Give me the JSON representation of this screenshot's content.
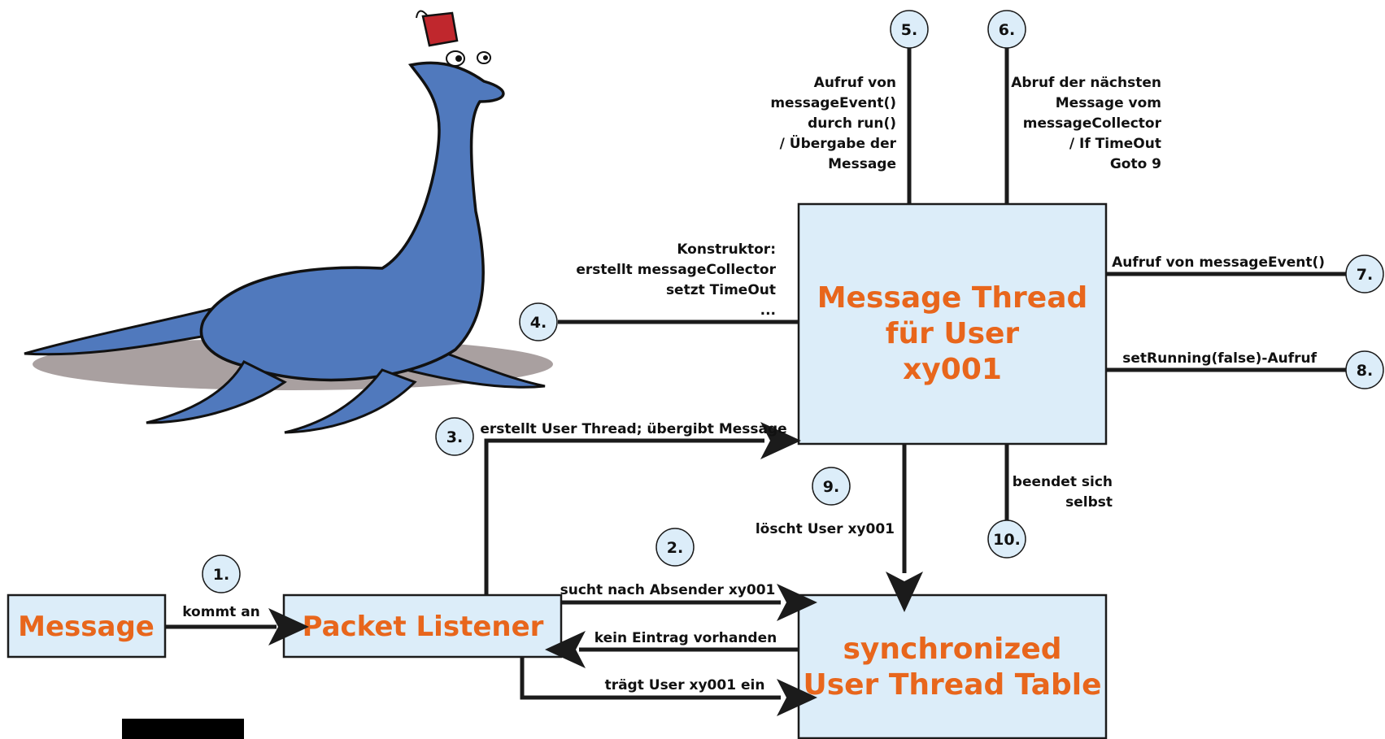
{
  "colors": {
    "box_fill": "#dcedf9",
    "box_text": "#e8661c",
    "line": "#1b1b1b",
    "mascot": "#5079bd"
  },
  "mascot": {
    "name": "sea-serpent-with-fez"
  },
  "boxes": {
    "message": "Message",
    "packet_listener": "Packet Listener",
    "message_thread": [
      "Message Thread",
      "für User",
      "xy001"
    ],
    "thread_table": [
      "synchronized",
      "User Thread Table"
    ]
  },
  "steps": [
    "1.",
    "2.",
    "3.",
    "4.",
    "5.",
    "6.",
    "7.",
    "8.",
    "9.",
    "10."
  ],
  "labels": {
    "kommt_an": "kommt an",
    "sucht": "sucht nach Absender xy001",
    "kein_eintrag": "kein Eintrag vorhanden",
    "traegt_ein": "trägt User xy001 ein",
    "erstellt": "erstellt User Thread; übergibt Message",
    "konstruktor": [
      "Konstruktor:",
      "erstellt messageCollector",
      "setzt TimeOut",
      "..."
    ],
    "aufruf_run": [
      "Aufruf von",
      "messageEvent()",
      "durch run()",
      "/ Übergabe der",
      "Message"
    ],
    "abruf": [
      "Abruf der nächsten",
      "Message vom",
      "messageCollector",
      "/ If TimeOut",
      "Goto 9"
    ],
    "aufruf_event": "Aufruf von messageEvent()",
    "set_running": "setRunning(false)-Aufruf",
    "loescht": "löscht User xy001",
    "beendet": [
      "beendet sich",
      "selbst"
    ]
  }
}
